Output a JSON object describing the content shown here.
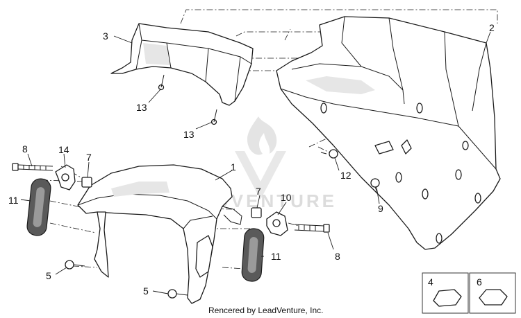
{
  "diagram": {
    "callouts": [
      {
        "id": "1",
        "label": "1"
      },
      {
        "id": "2",
        "label": "2"
      },
      {
        "id": "3",
        "label": "3"
      },
      {
        "id": "4",
        "label": "4"
      },
      {
        "id": "5a",
        "label": "5"
      },
      {
        "id": "5b",
        "label": "5"
      },
      {
        "id": "6",
        "label": "6"
      },
      {
        "id": "7a",
        "label": "7"
      },
      {
        "id": "7b",
        "label": "7"
      },
      {
        "id": "8a",
        "label": "8"
      },
      {
        "id": "8b",
        "label": "8"
      },
      {
        "id": "9",
        "label": "9"
      },
      {
        "id": "10",
        "label": "10"
      },
      {
        "id": "11a",
        "label": "11"
      },
      {
        "id": "11b",
        "label": "11"
      },
      {
        "id": "12",
        "label": "12"
      },
      {
        "id": "13a",
        "label": "13"
      },
      {
        "id": "13b",
        "label": "13"
      },
      {
        "id": "14",
        "label": "14"
      }
    ],
    "watermark_text": "LEADVENTURE",
    "credit": "Rencered by LeadVenture, Inc."
  }
}
